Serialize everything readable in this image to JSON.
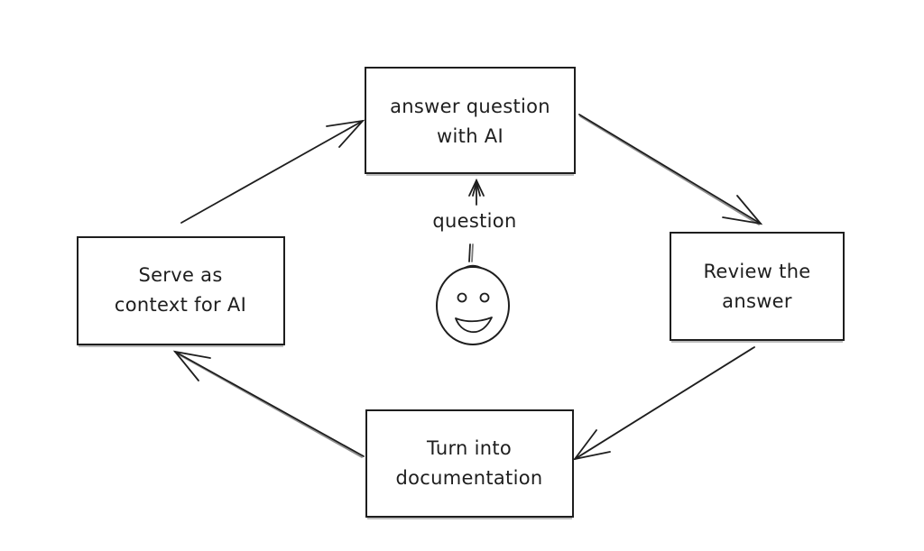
{
  "diagram": {
    "title": "",
    "nodes": [
      {
        "id": "answer",
        "lines": [
          "answer question",
          "with AI"
        ]
      },
      {
        "id": "review",
        "lines": [
          "Review the",
          "answer"
        ]
      },
      {
        "id": "document",
        "lines": [
          "Turn into",
          "documentation"
        ]
      },
      {
        "id": "context",
        "lines": [
          "Serve as",
          "context for AI"
        ]
      }
    ],
    "edges": [
      {
        "from": "answer",
        "to": "review"
      },
      {
        "from": "review",
        "to": "document"
      },
      {
        "from": "document",
        "to": "context"
      },
      {
        "from": "context",
        "to": "answer"
      },
      {
        "from": "user",
        "to": "answer",
        "label": "question"
      }
    ],
    "actor": {
      "id": "user",
      "icon": "smiley-face-icon",
      "edge_label": "question"
    },
    "colors": {
      "stroke": "#1e1e1e",
      "background": "#ffffff"
    }
  }
}
